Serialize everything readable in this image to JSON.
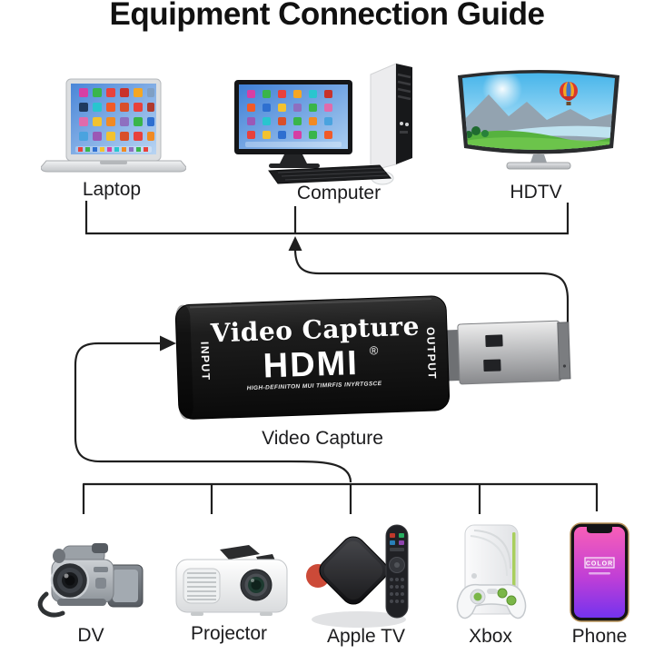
{
  "title": "Equipment Connection Guide",
  "displays": {
    "items": [
      {
        "label": "Laptop"
      },
      {
        "label": "Computer"
      },
      {
        "label": "HDTV"
      }
    ]
  },
  "capture_device": {
    "brand": "Video Capture",
    "logo": "HDMI",
    "logo_reg": "®",
    "tagline": "HIGH-DEFINITON MUI TIMRFIS INYRTGSCE",
    "input_label": "INPUT",
    "output_label": "OUTPUT",
    "caption": "Video Capture"
  },
  "sources": {
    "items": [
      {
        "label": "DV"
      },
      {
        "label": "Projector"
      },
      {
        "label": "Apple TV"
      },
      {
        "label": "Xbox"
      },
      {
        "label": "Phone"
      }
    ]
  },
  "phone_screen": {
    "badge": "COLOR"
  },
  "colors": {
    "line": "#1f1f1f",
    "title_text": "#111111",
    "label_text": "#1c1c1e",
    "capture_body": "#161616",
    "screen_blue": "#4a86d8",
    "phone_gradient_top": "#f95fb7",
    "phone_gradient_bottom": "#7433ee"
  }
}
